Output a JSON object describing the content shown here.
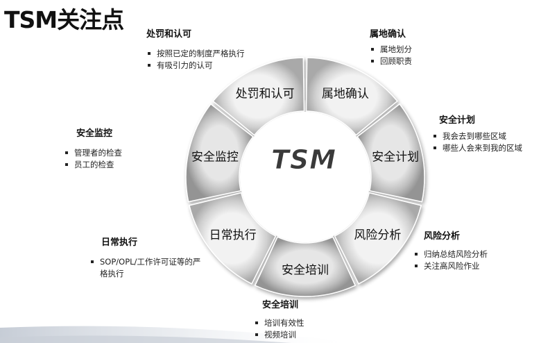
{
  "title": "TSM关注点",
  "center_label": "TSM",
  "segments": [
    "属地确认",
    "安全计划",
    "风险分析",
    "安全培训",
    "日常执行",
    "安全监控",
    "处罚和认可"
  ],
  "descriptions": {
    "punish": {
      "title": "处罚和认可",
      "items": [
        "按照已定的制度严格执行",
        "有吸引力的认可"
      ]
    },
    "territory": {
      "title": "属地确认",
      "items": [
        "属地划分",
        "回顾职责"
      ]
    },
    "plan": {
      "title": "安全计划",
      "items": [
        "我会去到哪些区域",
        "哪些人会来到我的区域"
      ]
    },
    "monitor": {
      "title": "安全监控",
      "items": [
        "管理者的检查",
        "员工的检查"
      ]
    },
    "execution": {
      "title": "日常执行",
      "items": [
        "SOP/OPL/工作许可证等的严格执行"
      ]
    },
    "risk": {
      "title": "风险分析",
      "items": [
        "归纳总结风险分析",
        "关注高风险作业"
      ]
    },
    "training": {
      "title": "安全培训",
      "items": [
        "培训有效性",
        "视频培训"
      ]
    }
  }
}
